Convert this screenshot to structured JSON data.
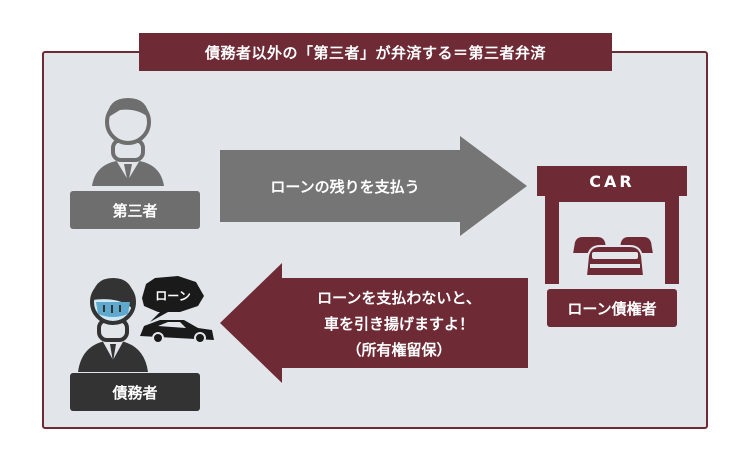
{
  "title": "債務者以外の「第三者」が弁済する＝第三者弁済",
  "third_party_label": "第三者",
  "debtor_label": "債務者",
  "creditor_label": "ローン債権者",
  "garage_sign": "CAR",
  "speech_bubble": "ローン",
  "arrow_right_text": "ローンの残りを支払う",
  "arrow_left_lines": [
    "ローンを支払わないと、",
    "車を引き揚げますよ！",
    "（所有権留保）"
  ],
  "colors": {
    "accent": "#6e2b36",
    "gray": "#6e6e6e",
    "dark": "#333333",
    "panel": "#e2e6ea"
  }
}
